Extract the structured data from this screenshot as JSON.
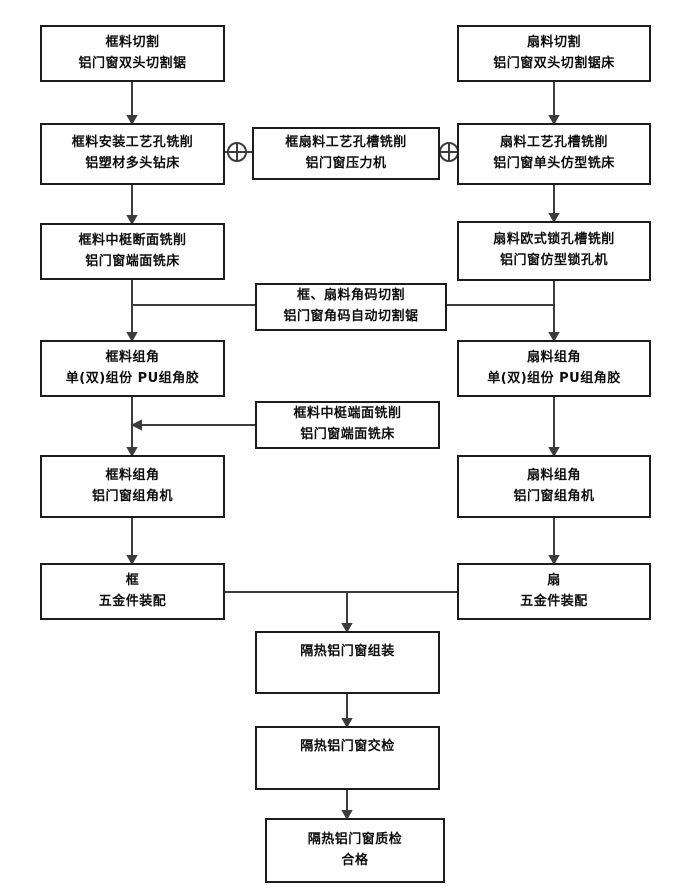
{
  "colors": {
    "line": "#3c3c3c",
    "border": "#1c1c1c",
    "text": "#0d0d0d",
    "background": "#ffffff"
  },
  "icons": {
    "junction": "circle-plus-icon"
  },
  "nodes": [
    {
      "id": "frame-cutting",
      "lines": [
        "框料切割",
        "铝门窗双头切割锯"
      ]
    },
    {
      "id": "sash-cutting",
      "lines": [
        "扇料切割",
        "铝门窗双头切割锯床"
      ]
    },
    {
      "id": "frame-install-hole-milling",
      "lines": [
        "框料安装工艺孔铣削",
        "铝塑材多头钻床"
      ]
    },
    {
      "id": "frame-sash-slot-milling",
      "lines": [
        "框扇料工艺孔槽铣削",
        "铝门窗压力机"
      ]
    },
    {
      "id": "sash-slot-milling",
      "lines": [
        "扇料工艺孔槽铣削",
        "铝门窗单头仿型铣床"
      ]
    },
    {
      "id": "frame-mullion-section-milling",
      "lines": [
        "框料中梃断面铣削",
        "铝门窗端面铣床"
      ]
    },
    {
      "id": "sash-lock-slot-milling",
      "lines": [
        "扇料欧式锁孔槽铣削",
        "铝门窗仿型锁孔机"
      ]
    },
    {
      "id": "corner-code-cutting",
      "lines": [
        "框、扇料角码切割",
        "铝门窗角码自动切割锯"
      ]
    },
    {
      "id": "frame-corner-glue",
      "lines": [
        "框料组角",
        "单(双)组份 PU组角胶"
      ]
    },
    {
      "id": "sash-corner-glue",
      "lines": [
        "扇料组角",
        "单(双)组份 PU组角胶"
      ]
    },
    {
      "id": "frame-mullion-end-milling",
      "lines": [
        "框料中梃端面铣削",
        "铝门窗端面铣床"
      ]
    },
    {
      "id": "frame-corner-assembly",
      "lines": [
        "框料组角",
        "铝门窗组角机"
      ]
    },
    {
      "id": "sash-corner-assembly",
      "lines": [
        "扇料组角",
        "铝门窗组角机"
      ]
    },
    {
      "id": "frame-hardware-assembly",
      "lines": [
        "框",
        "五金件装配"
      ]
    },
    {
      "id": "sash-hardware-assembly",
      "lines": [
        "扇",
        "五金件装配"
      ]
    },
    {
      "id": "window-assembly",
      "lines": [
        "隔热铝门窗组装"
      ]
    },
    {
      "id": "window-inspection",
      "lines": [
        "隔热铝门窗交检"
      ]
    },
    {
      "id": "window-quality-check",
      "lines": [
        "隔热铝门窗质检",
        "合格"
      ]
    }
  ]
}
